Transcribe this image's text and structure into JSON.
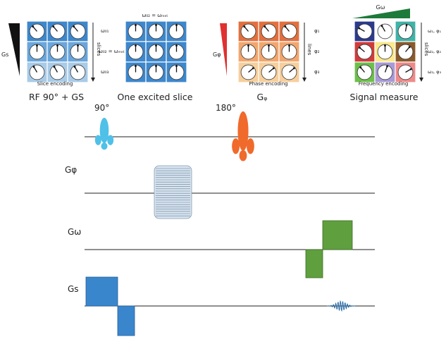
{
  "colors": {
    "slice": "#3d87cc",
    "slice_light": "#a9cbe8",
    "slice_mid": "#6aa6dc",
    "phase_top": "#e2703f",
    "phase_mid": "#f2a66d",
    "phase_bot": "#f7cf9c",
    "pulse90": "#4fc0e8",
    "pulse180": "#f06a2c",
    "gphi_block": "#d6e4f0",
    "gomega": "#5f9f3e",
    "gs": "#3a86cc",
    "signal": "#2b6ea8",
    "gs_wedge": "#111111",
    "gphi_wedge": "#e03030",
    "gomega_wedge": "#1e7a3a",
    "freq_cells": [
      "#2c3a8c",
      "#ffffff",
      "#3fb3a8",
      "#d23a3a",
      "#fbe98b",
      "#8b5a2b",
      "#6cc04a",
      "#a89ad8",
      "#f08a8a"
    ]
  },
  "panels": {
    "p1": {
      "title": "RF 90° + GS",
      "caption": "Slice encoding",
      "gradient": "Gs",
      "side_label": "slices",
      "side_values": [
        "ω₀₁",
        "ω₀₂ = ωₘₑₜ",
        "ω₀₃"
      ]
    },
    "p2": {
      "title": "One excited slice",
      "top_label": "ω₀₂ = ωₘₑₜ"
    },
    "p3": {
      "title": "Gᵩ",
      "caption": "Phase encoding",
      "gradient": "Gφ",
      "side_label": "lines",
      "side_values": [
        "φ₁",
        "φ₂",
        "φ₃"
      ]
    },
    "p4": {
      "title": "Signal measure",
      "caption": "Frequency encoding",
      "gradient": "Gω",
      "side_label": "slices",
      "side_values": [
        "ω₁, φ₁",
        "ω₂, φ₂",
        "ω₃, φ₃"
      ]
    }
  },
  "timeline": {
    "pulse_90_label": "90°",
    "pulse_180_label": "180°",
    "row_gphi": "Gφ",
    "row_gomega": "Gω",
    "row_gs": "Gs"
  }
}
